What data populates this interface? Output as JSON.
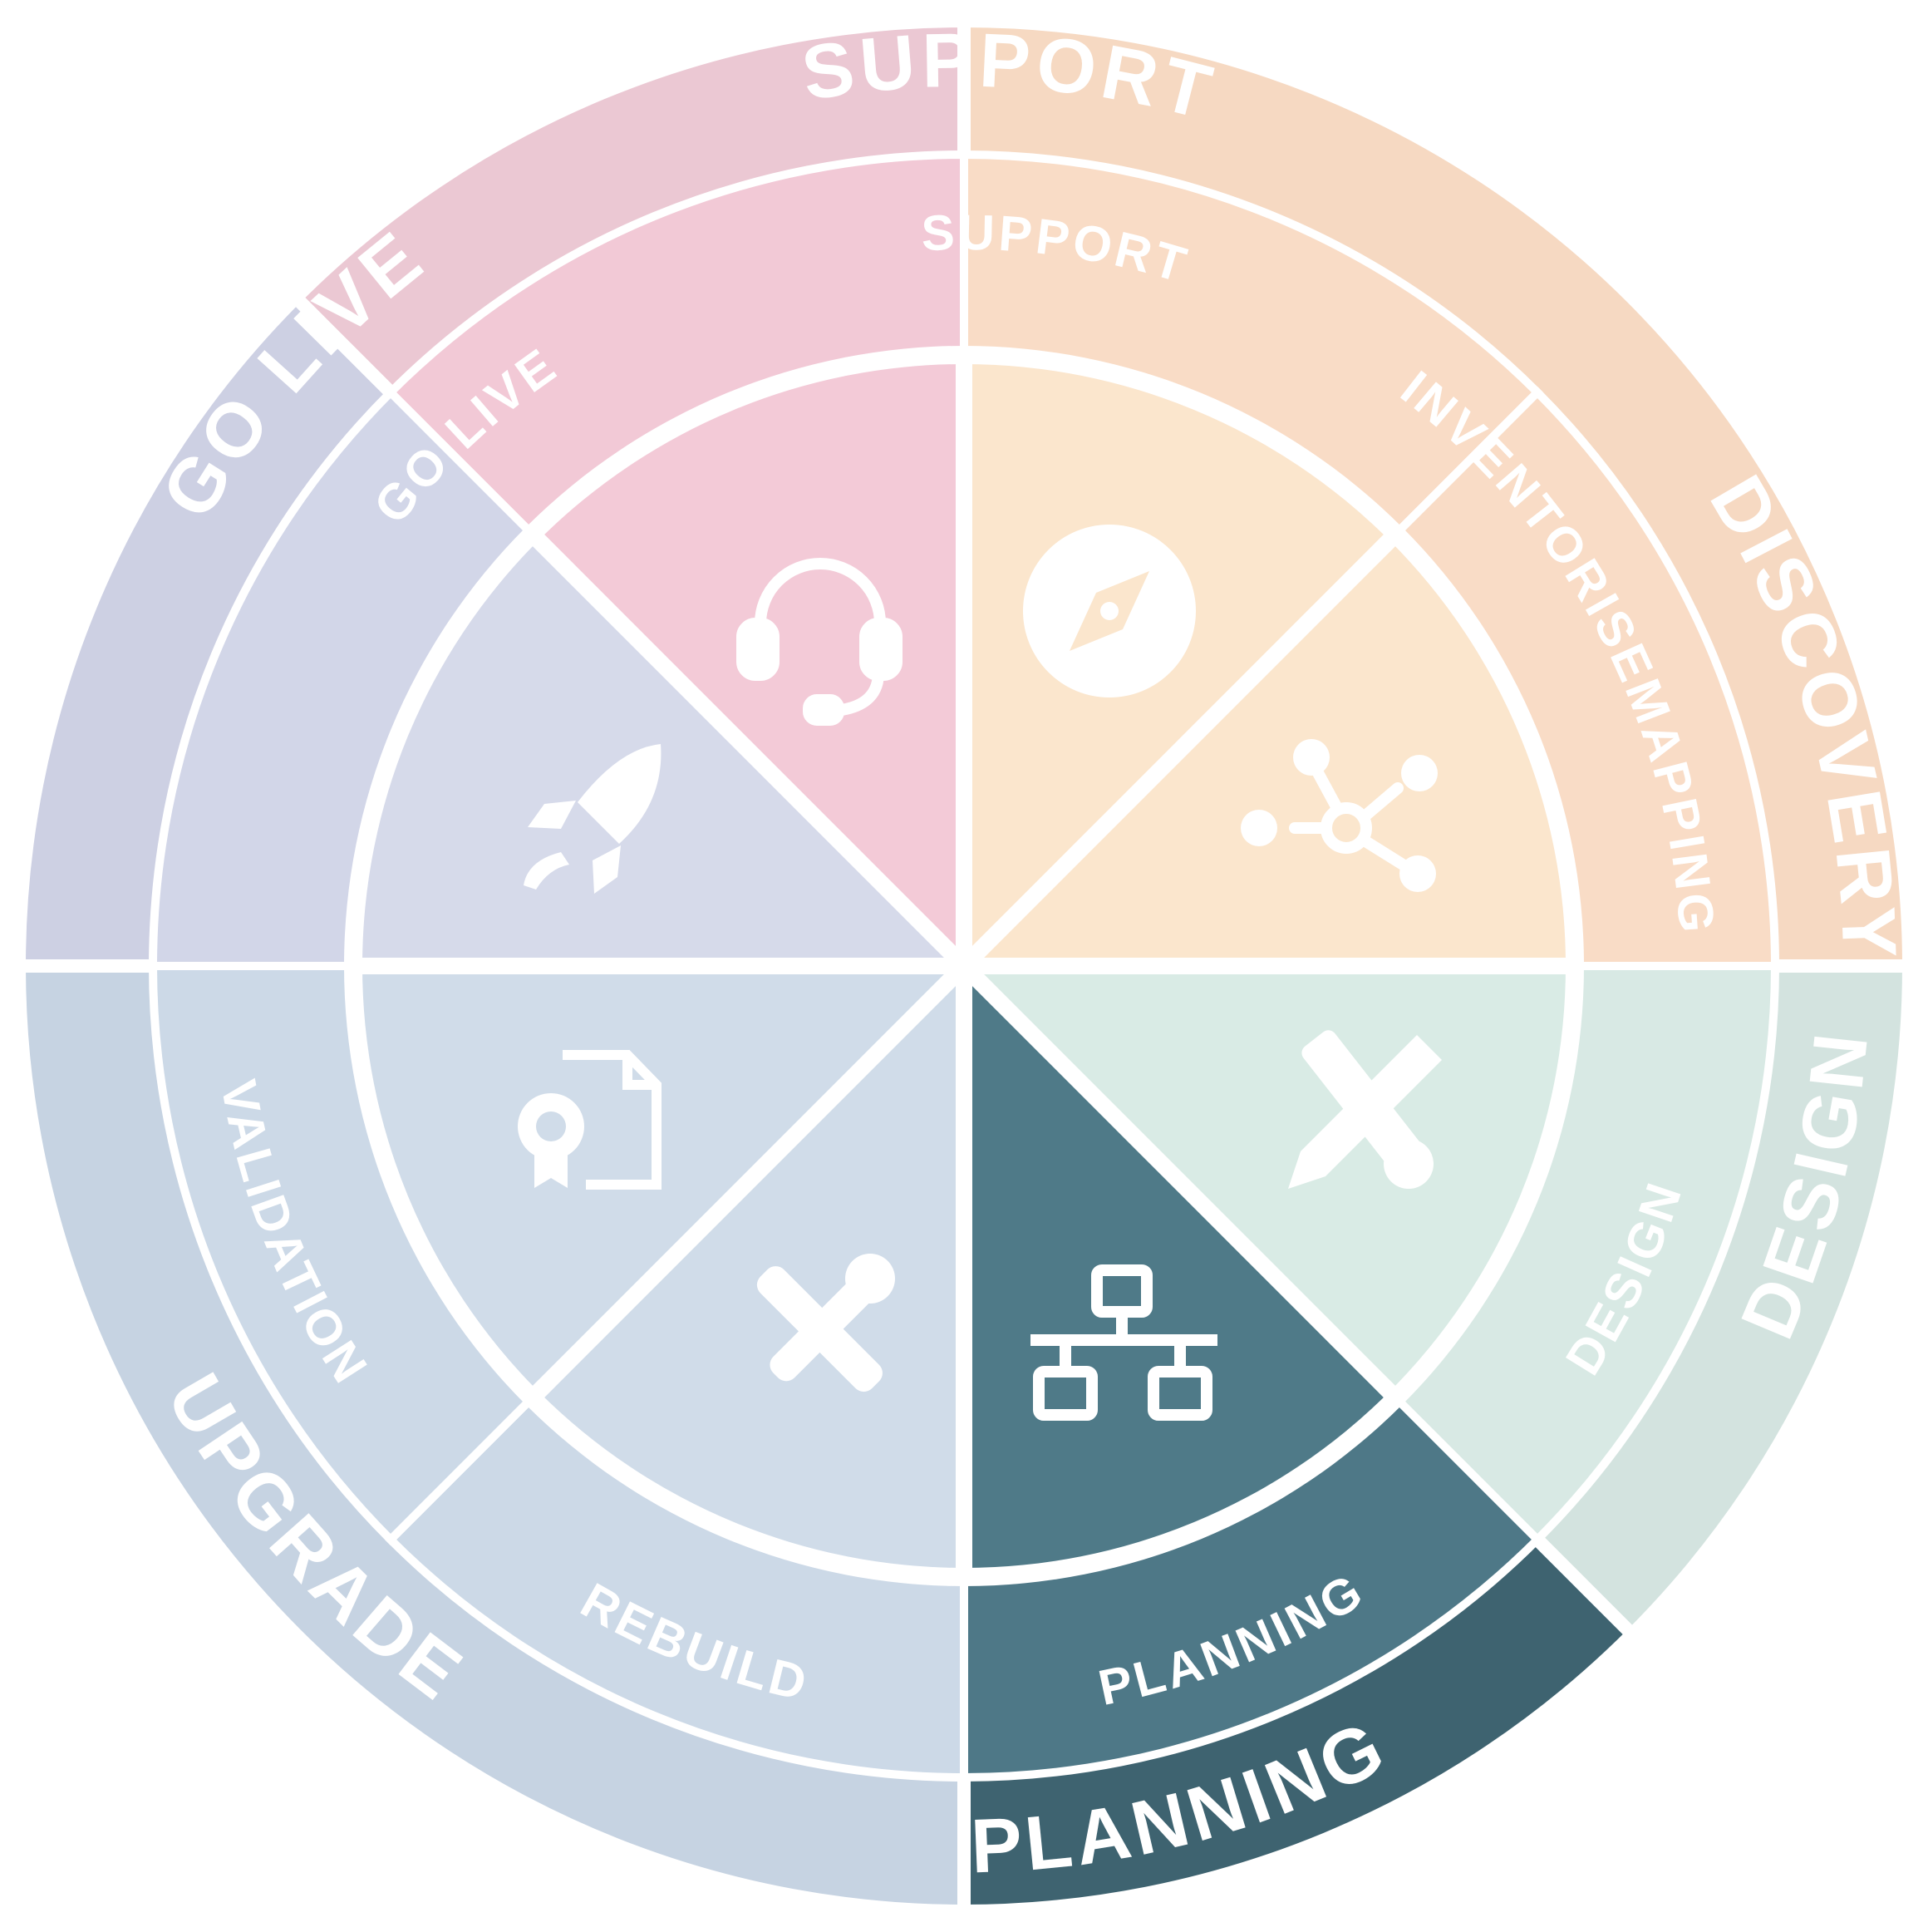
{
  "phases": [
    {
      "label": "SUPPORT",
      "outer_color": "#ebc8d3",
      "middle_color": "#f2c9d6",
      "inner_color": "#f3cad7",
      "steps": [
        "SUPPORT"
      ],
      "icons": [
        "headset-icon"
      ]
    },
    {
      "label": "DISCOVERY",
      "outer_color": "#f6d9c2",
      "middle_color": "#f9dcc6",
      "inner_color": "#fbe6cd",
      "steps": [
        "INVENTORISE",
        "MAPPING"
      ],
      "icons": [
        "compass-icon",
        "network-nodes-icon"
      ]
    },
    {
      "label": "DESIGN",
      "outer_color": "#d3e3df",
      "middle_color": "#d8e9e4",
      "inner_color": "#d9ebe5",
      "steps": [
        "DESIGN"
      ],
      "icons": [
        "pencil-ruler-icon"
      ]
    },
    {
      "label": "PLANNING",
      "outer_color": "#3e6370",
      "middle_color": "#4e7887",
      "inner_color": "#4f7a88",
      "steps": [
        "PLANNING"
      ],
      "icons": [
        "sitemap-icon"
      ]
    },
    {
      "label": "UPGRADE",
      "outer_color": "#c6d3e2",
      "middle_color": "#ccd9e7",
      "inner_color": "#d0dce9",
      "steps": [
        "REBUILD",
        "VALIDATION"
      ],
      "icons": [
        "tools-icon",
        "certificate-icon"
      ]
    },
    {
      "label": "GO LIVE",
      "outer_color": "#cdd0e3",
      "middle_color": "#d2d6e8",
      "inner_color": "#d6daea",
      "steps": [
        "GO LIVE"
      ],
      "icons": [
        "rocket-icon"
      ]
    }
  ]
}
